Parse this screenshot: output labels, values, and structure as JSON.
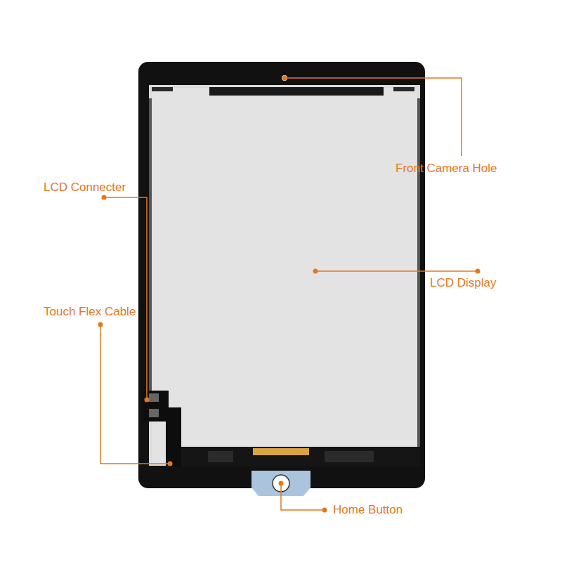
{
  "diagram": {
    "labels": [
      "Front Camera Hole",
      "LCD Connecter",
      "LCD Display",
      "Touch Flex Cable",
      "Home Button"
    ]
  }
}
